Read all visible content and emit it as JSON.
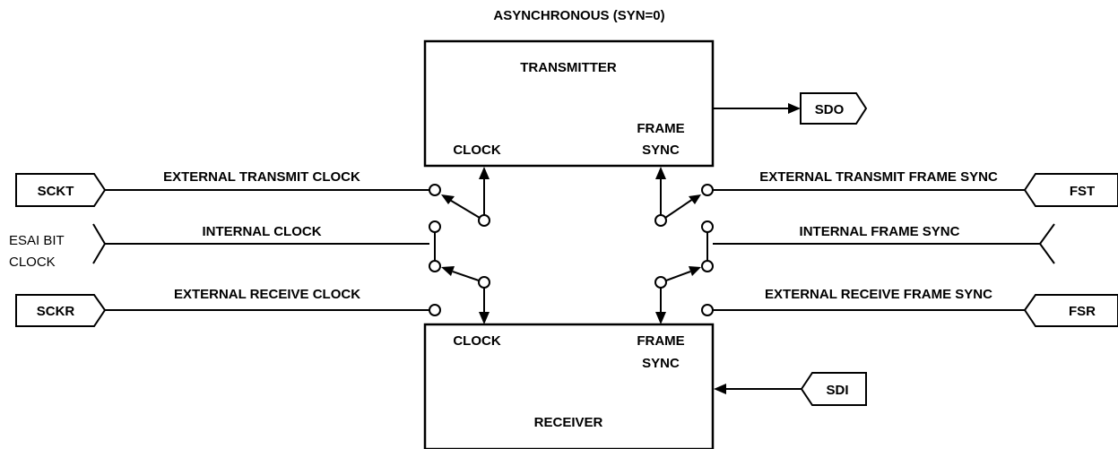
{
  "title": "ASYNCHRONOUS (SYN=0)",
  "transmitter": {
    "name": "TRANSMITTER",
    "clock": "CLOCK",
    "frame_sync_line1": "FRAME",
    "frame_sync_line2": "SYNC"
  },
  "receiver": {
    "name": "RECEIVER",
    "clock": "CLOCK",
    "frame_sync_line1": "FRAME",
    "frame_sync_line2": "SYNC"
  },
  "ports": {
    "sdo": "SDO",
    "sdi": "SDI",
    "sckt": "SCKT",
    "sckr": "SCKR",
    "fst": "FST",
    "fsr": "FSR",
    "esai_line1": "ESAI BIT",
    "esai_line2": "CLOCK"
  },
  "signals": {
    "ext_tx_clock": "EXTERNAL TRANSMIT CLOCK",
    "int_clock": "INTERNAL CLOCK",
    "ext_rx_clock": "EXTERNAL RECEIVE CLOCK",
    "ext_tx_fs": "EXTERNAL TRANSMIT FRAME SYNC",
    "int_fs": "INTERNAL FRAME SYNC",
    "ext_rx_fs": "EXTERNAL RECEIVE FRAME SYNC"
  }
}
